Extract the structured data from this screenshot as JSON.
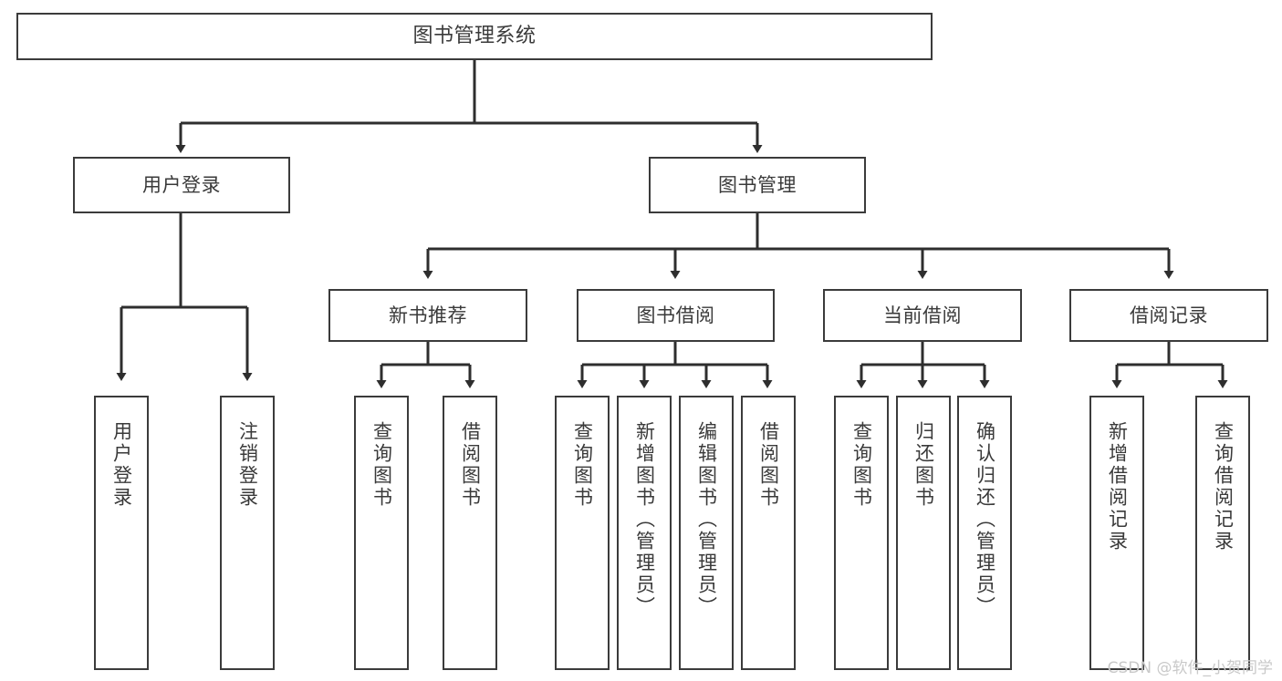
{
  "diagram": {
    "type": "tree",
    "title": "图书管理系统",
    "watermark": "CSDN @软件_小贺同学",
    "colors": {
      "node_border": "#3b3b3b",
      "node_fill": "#ffffff",
      "edge": "#2e2e2e",
      "text": "#3a3a3a",
      "watermark": "#c9c9c9"
    },
    "nodes": {
      "root": "图书管理系统",
      "level1": [
        "用户登录",
        "图书管理"
      ],
      "level2": [
        "新书推荐",
        "图书借阅",
        "当前借阅",
        "借阅记录"
      ],
      "leaves": {
        "user_login": [
          "用户登录",
          "注销登录"
        ],
        "new_book_recommend": [
          "查询图书",
          "借阅图书"
        ],
        "book_borrow": [
          "查询图书",
          "新增图书（管理员）",
          "编辑图书（管理员）",
          "借阅图书"
        ],
        "current_borrow": [
          "查询图书",
          "归还图书",
          "确认归还（管理员）"
        ],
        "borrow_record": [
          "新增借阅记录",
          "查询借阅记录"
        ]
      }
    }
  }
}
